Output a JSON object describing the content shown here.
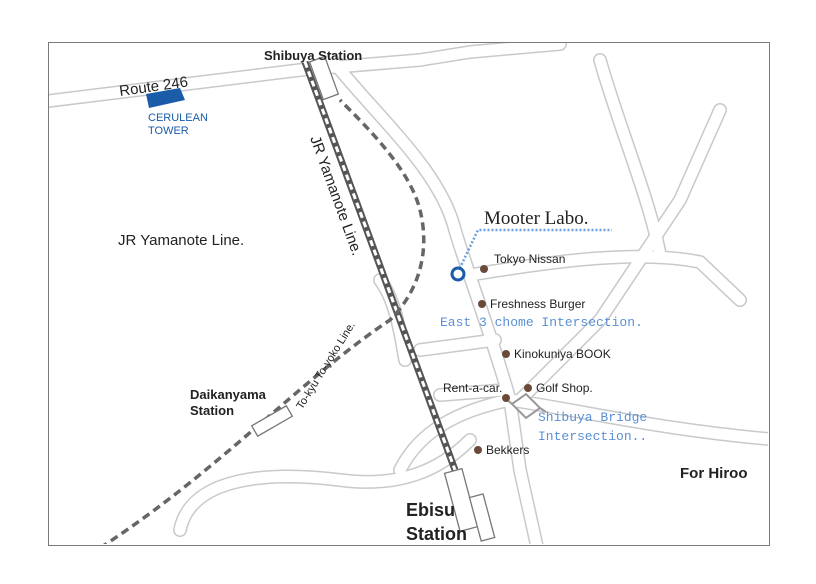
{
  "map": {
    "title": "Mooter Labo.",
    "route": "Route 246",
    "cerulean_tower": [
      "CERULEAN",
      "TOWER"
    ],
    "area_label": "JR Yamanote Line.",
    "rail_label": "JR Yamanote Line.",
    "tokyu_label": "To-kyu To-yoko Line.",
    "stations": {
      "shibuya": "Shibuya Station",
      "daikanyama": [
        "Daikanyama",
        "Station"
      ],
      "ebisu": [
        "Ebisu",
        "Station"
      ]
    },
    "direction": "For Hiroo",
    "intersections": {
      "east3": "East 3 chome Intersection.",
      "bridge": [
        "Shibuya Bridge",
        "Intersection.."
      ]
    },
    "poi": [
      {
        "name": "Tokyo Nissan"
      },
      {
        "name": "Freshness Burger"
      },
      {
        "name": "Kinokuniya BOOK"
      },
      {
        "name": "Rent-a-car."
      },
      {
        "name": "Golf Shop."
      },
      {
        "name": "Bekkers"
      }
    ],
    "colors": {
      "road": "#cfcfcf",
      "marker": "#1a5ca8",
      "tower": "#1a5ca8",
      "poi_dot": "#6b4a3a",
      "dash": "#666666",
      "intersection_text": "#5b8fd6"
    }
  }
}
